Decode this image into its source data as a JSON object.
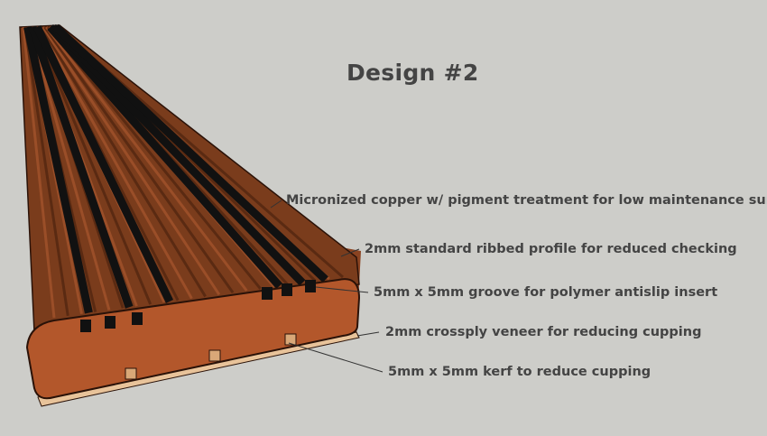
{
  "title": "Design #2",
  "callouts": [
    "Micronized copper w/ pigment treatment for low maintenance surface",
    "2mm standard ribbed profile for reduced checking",
    "5mm x 5mm groove for polymer antislip insert",
    "2mm crossply veneer for reducing cupping",
    "5mm x 5mm kerf to reduce cupping"
  ],
  "colors": {
    "background": "#cdcdc9",
    "wood_top": "#7a3c1c",
    "wood_end": "#b3572b",
    "groove": "#111111",
    "veneer": "#e8c39a",
    "text": "#444444"
  }
}
